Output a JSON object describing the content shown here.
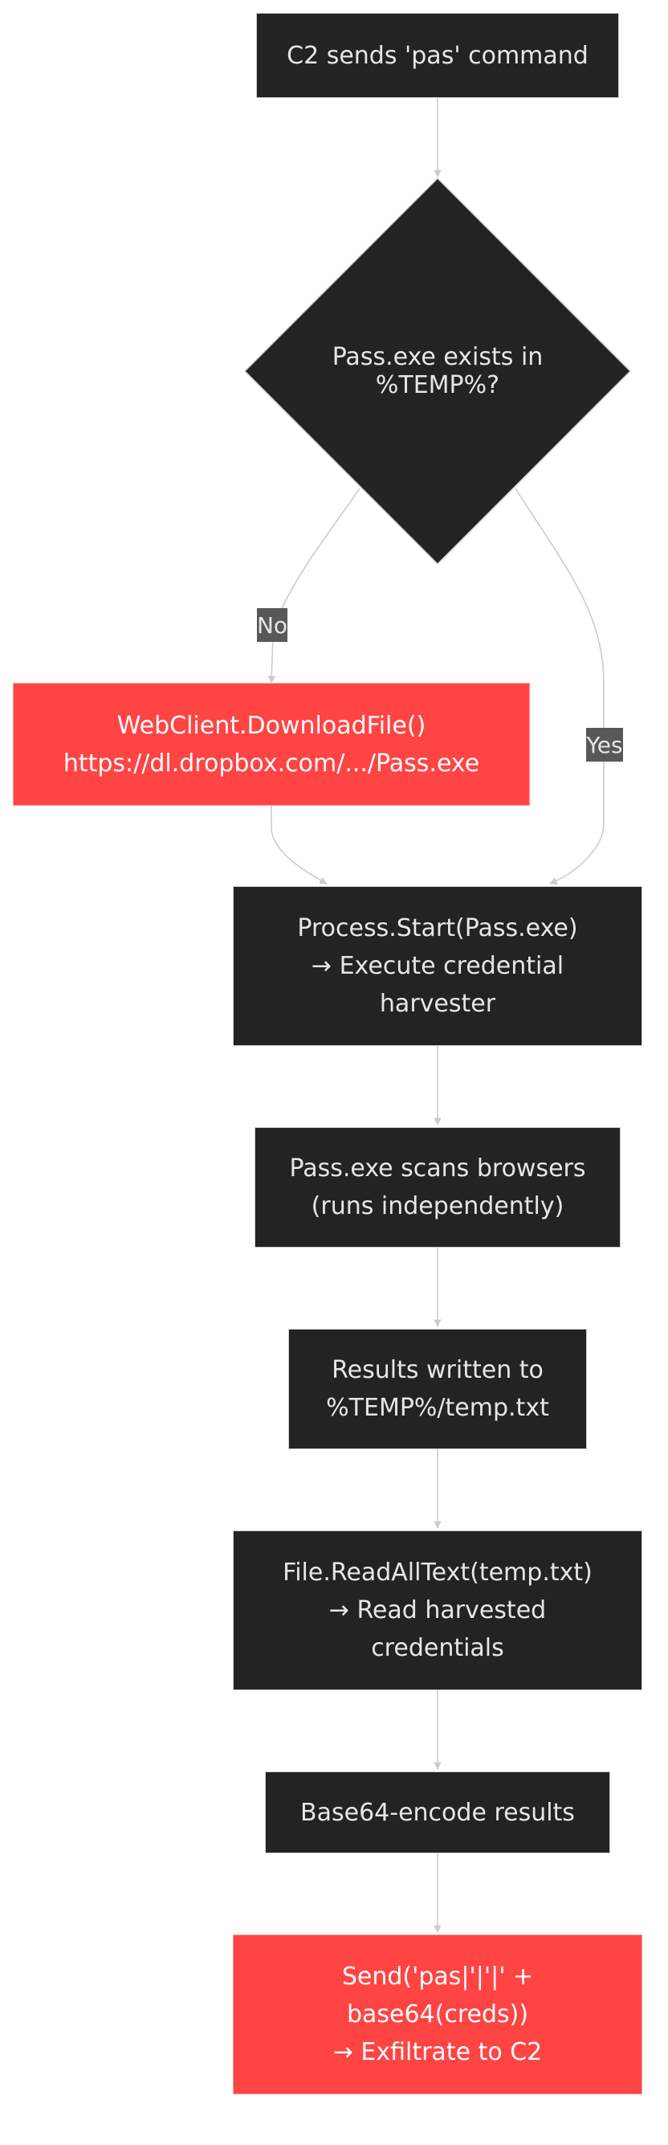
{
  "nodes": {
    "c2_command": {
      "lines": [
        "C2 sends 'pas' command"
      ]
    },
    "pass_exists": {
      "lines": [
        "Pass.exe exists in %TEMP%?"
      ]
    },
    "download": {
      "lines": [
        "WebClient.DownloadFile()",
        "https://dl.dropbox.com/.../Pass.exe"
      ]
    },
    "process_start": {
      "lines": [
        "Process.Start(Pass.exe)",
        "→ Execute credential",
        "harvester"
      ]
    },
    "scan_browsers": {
      "lines": [
        "Pass.exe scans browsers",
        "(runs independently)"
      ]
    },
    "results_written": {
      "lines": [
        "Results written to",
        "%TEMP%/temp.txt"
      ]
    },
    "read_all_text": {
      "lines": [
        "File.ReadAllText(temp.txt)",
        "→ Read harvested",
        "credentials"
      ]
    },
    "base64": {
      "lines": [
        "Base64-encode results"
      ]
    },
    "send": {
      "lines": [
        "Send('pas|'|'|' +",
        "base64(creds))",
        "→ Exfiltrate to C2"
      ]
    }
  },
  "edge_labels": {
    "no": "No",
    "yes": "Yes"
  },
  "colors": {
    "node_fill": "#222322",
    "alert_fill": "#ff4444",
    "edge_stroke": "#cccccc",
    "label_fill": "#585858"
  }
}
